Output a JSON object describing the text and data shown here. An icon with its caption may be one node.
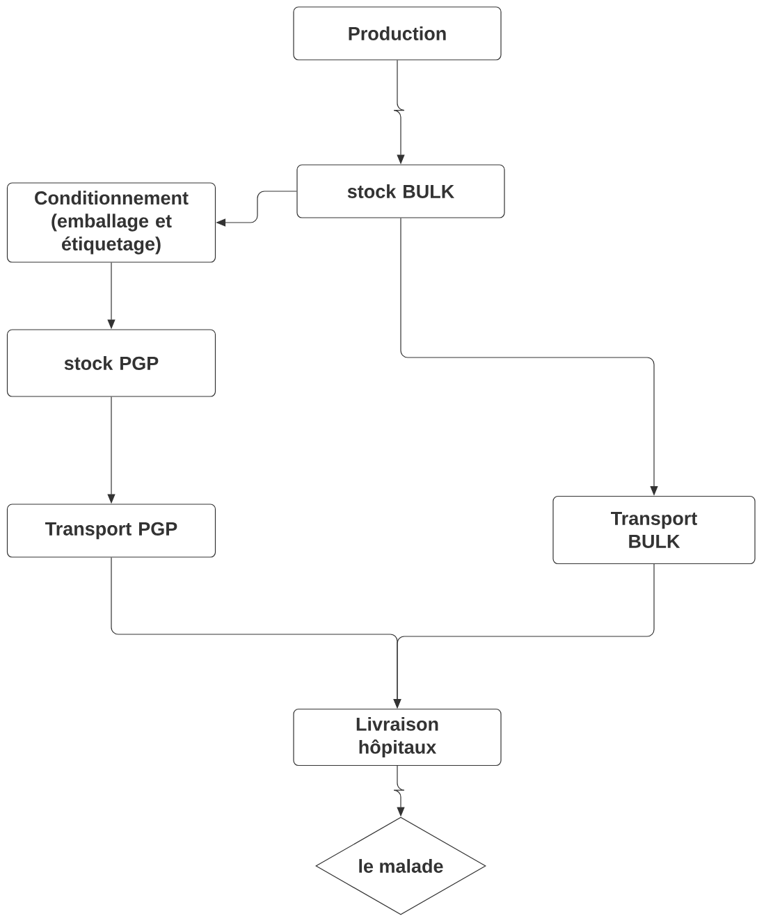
{
  "diagram": {
    "nodes": [
      {
        "text": [
          "Production"
        ]
      },
      {
        "text": [
          "stock BULK"
        ]
      },
      {
        "text": [
          "Conditionnement (emballage et étiquetage)"
        ]
      },
      {
        "text": [
          "stock PGP"
        ]
      },
      {
        "text": [
          "Transport PGP"
        ]
      },
      {
        "text": [
          "Transport BULK"
        ]
      },
      {
        "text": [
          "Livraison hôpitaux"
        ]
      },
      {
        "text": [
          "le malade"
        ]
      }
    ],
    "edges": [
      {
        "from": 0,
        "to": 1,
        "arrow": "to"
      },
      {
        "from": 1,
        "to": 2,
        "arrow": "to"
      },
      {
        "from": 2,
        "to": 3,
        "arrow": "to"
      },
      {
        "from": 3,
        "to": 4,
        "arrow": "to"
      },
      {
        "from": 1,
        "to": 5,
        "arrow": "to"
      },
      {
        "from": 4,
        "to": 6,
        "arrow": "to"
      },
      {
        "from": 5,
        "to": 6,
        "arrow": "to"
      },
      {
        "from": 6,
        "to": 7,
        "arrow": "to"
      }
    ]
  }
}
